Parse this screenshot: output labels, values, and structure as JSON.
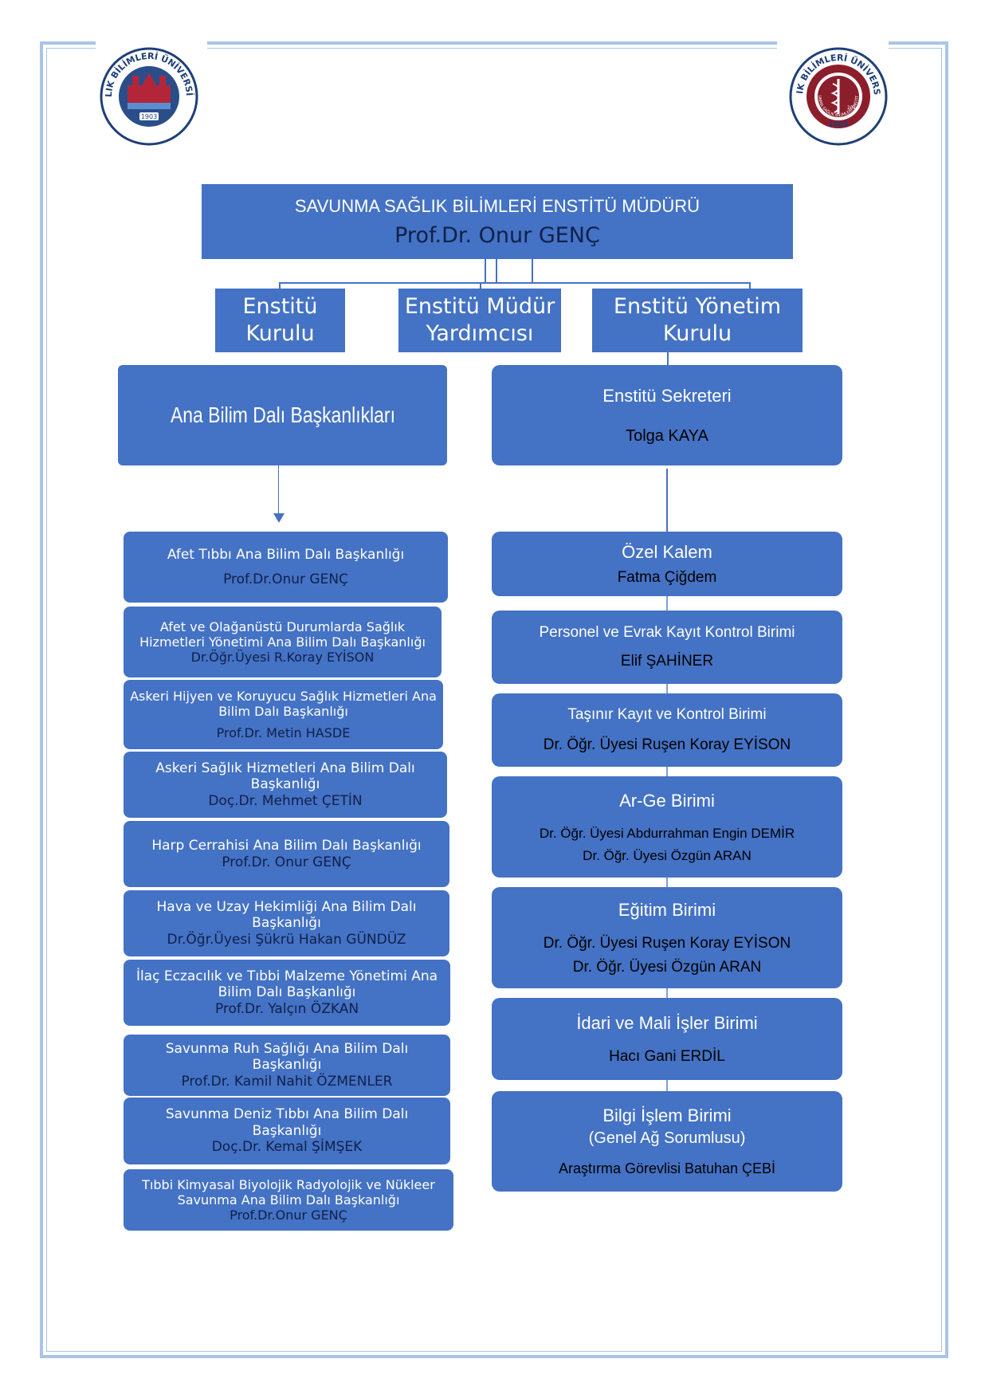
{
  "logos": {
    "left": {
      "ring_text": "SAĞLIK BİLİMLERİ ÜNİVERSİTESİ",
      "year": "1903"
    },
    "right": {
      "ring_text": "SAĞLIK BİLİMLERİ ÜNİVERSİTESİ",
      "inner_text": "SAVUNMA SAĞLIK BİLİMLERİ ENSTİTÜSÜ",
      "year_small": "2018",
      "year": "1903"
    }
  },
  "director": {
    "title": "SAVUNMA SAĞLIK BİLİMLERİ ENSTİTÜ MÜDÜRÜ",
    "name": "Prof.Dr. Onur GENÇ"
  },
  "boards": [
    {
      "line1": "Enstitü",
      "line2": "Kurulu"
    },
    {
      "line1": "Enstitü Müdür",
      "line2": "Yardımcısı"
    },
    {
      "line1": "Enstitü Yönetim",
      "line2": "Kurulu"
    }
  ],
  "heads_box": {
    "label": "Ana Bilim Dalı Başkanlıkları"
  },
  "secretary": {
    "title": "Enstitü Sekreteri",
    "name": "Tolga KAYA"
  },
  "departments": [
    {
      "name": "Afet Tıbbı Ana Bilim Dalı Başkanlığı",
      "person": "Prof.Dr.Onur GENÇ"
    },
    {
      "name": "Afet ve Olağanüstü  Durumlarda Sağlık Hizmetleri Yönetimi Ana Bilim Dalı Başkanlığı",
      "person": "Dr.Öğr.Üyesi  R.Koray EYİSON"
    },
    {
      "name": "Askeri Hijyen ve Koruyucu Sağlık Hizmetleri Ana Bilim Dalı Başkanlığı",
      "person": "Prof.Dr. Metin HASDE"
    },
    {
      "name": "Askeri Sağlık Hizmetleri Ana Bilim Dalı Başkanlığı",
      "person": "Doç.Dr. Mehmet ÇETİN"
    },
    {
      "name": "Harp Cerrahisi Ana Bilim Dalı Başkanlığı",
      "person": "Prof.Dr. Onur GENÇ"
    },
    {
      "name": "Hava ve Uzay Hekimliği Ana Bilim Dalı Başkanlığı",
      "person": "Dr.Öğr.Üyesi  Şükrü Hakan GÜNDÜZ"
    },
    {
      "name": "İlaç Eczacılık ve Tıbbi Malzeme Yönetimi Ana Bilim Dalı Başkanlığı",
      "person": "Prof.Dr. Yalçın ÖZKAN"
    },
    {
      "name": "Savunma  Ruh Sağlığı Ana Bilim Dalı Başkanlığı",
      "person": "Prof.Dr. Kamil Nahit ÖZMENLER"
    },
    {
      "name": "Savunma Deniz Tıbbı Ana Bilim Dalı Başkanlığı",
      "person": "Doç.Dr. Kemal ŞİMŞEK"
    },
    {
      "name": "Tıbbi Kimyasal Biyolojik Radyolojik ve Nükleer Savunma Ana Bilim Dalı Başkanlığı",
      "person": "Prof.Dr.Onur GENÇ"
    }
  ],
  "units": [
    {
      "title": "Özel Kalem",
      "people": [
        "Fatma Çiğdem"
      ]
    },
    {
      "title": "Personel ve Evrak Kayıt Kontrol Birimi",
      "people": [
        "Elif ŞAHİNER"
      ]
    },
    {
      "title": "Taşınır Kayıt ve Kontrol Birimi",
      "people": [
        "Dr. Öğr. Üyesi Ruşen Koray EYİSON"
      ]
    },
    {
      "title": "Ar-Ge Birimi",
      "people": [
        "Dr. Öğr. Üyesi Abdurrahman Engin DEMİR",
        "Dr. Öğr. Üyesi Özgün ARAN"
      ]
    },
    {
      "title": "Eğitim Birimi",
      "people": [
        "Dr. Öğr. Üyesi Ruşen Koray EYİSON",
        "Dr. Öğr. Üyesi Özgün ARAN"
      ]
    },
    {
      "title": "İdari ve Mali İşler Birimi",
      "people": [
        "Hacı Gani ERDİL"
      ]
    },
    {
      "title": "Bilgi İşlem Birimi",
      "subtitle": "(Genel Ağ Sorumlusu)",
      "people": [
        "Araştırma Görevlisi Batuhan ÇEBİ"
      ]
    }
  ],
  "colors": {
    "box": "#4472c4",
    "frame": "#a9c5e6",
    "dept_person": "#10204a"
  }
}
